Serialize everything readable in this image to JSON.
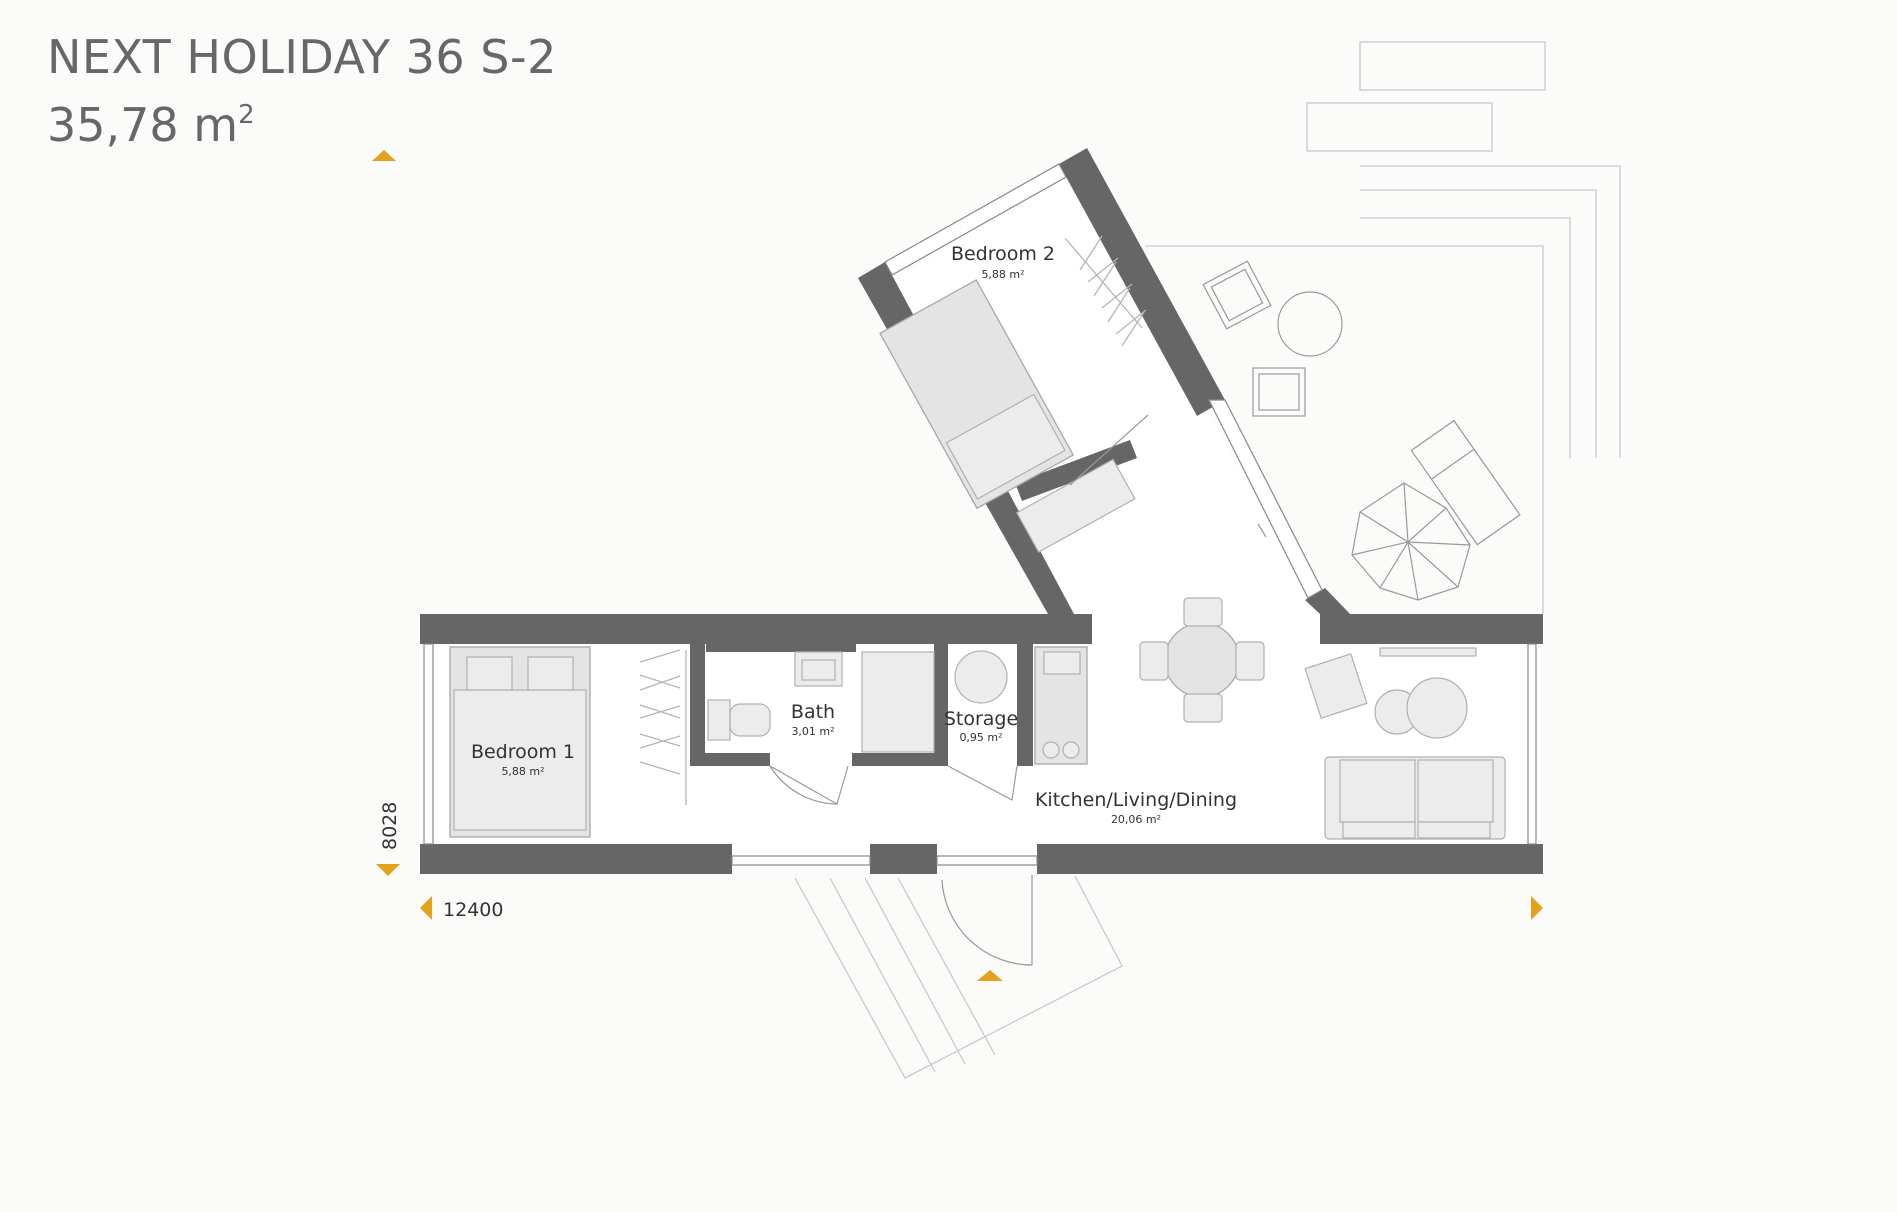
{
  "title": "NEXT HOLIDAY 36 S-2",
  "area": {
    "value": "35,78 m",
    "sup": "2"
  },
  "rooms": {
    "bedroom2": {
      "name": "Bedroom 2",
      "area": "5,88 m²"
    },
    "bedroom1": {
      "name": "Bedroom 1",
      "area": "5,88 m²"
    },
    "bath": {
      "name": "Bath",
      "area": "3,01 m²"
    },
    "storage": {
      "name": "Storage",
      "area": "0,95 m²"
    },
    "kitchen": {
      "name": "Kitchen/Living/Dining",
      "area": "20,06 m²"
    }
  },
  "dimensions": {
    "width": "12400",
    "depth": "8028"
  },
  "colors": {
    "wall": "#666666",
    "accent": "#e4a11b",
    "text": "#676767"
  },
  "icons": [
    "north-arrow-top-icon",
    "north-arrow-bottom-icon",
    "dimension-arrow-left-icon",
    "dimension-arrow-right-icon",
    "dimension-arrow-down-icon",
    "entrance-arrow-icon"
  ]
}
